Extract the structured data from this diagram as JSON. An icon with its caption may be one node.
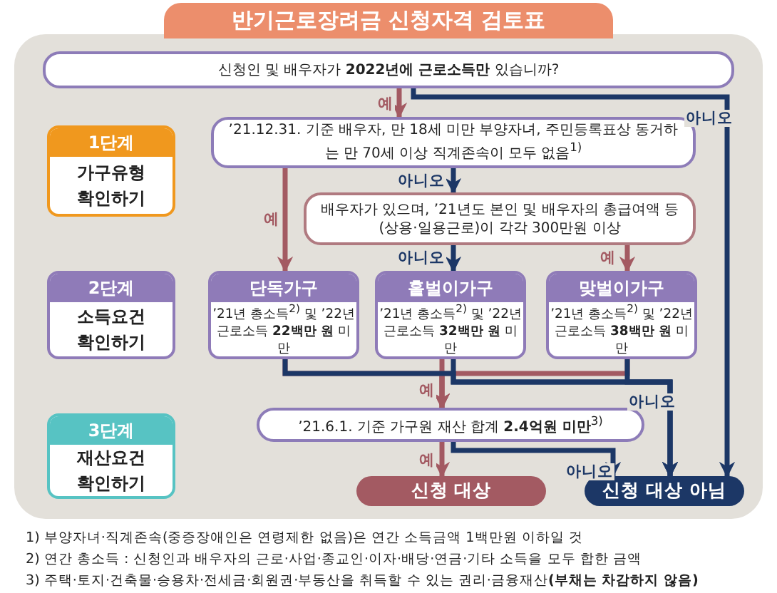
{
  "diagram": {
    "title": "반기근로장려금 신청자격 검토표",
    "nodes": [
      {
        "text": [
          "신청인 및 배우자가 **2022년에 근로소득만** 있습니까?"
        ]
      },
      {
        "text": [
          "’21.12.31. 기준 배우자, 만 18세 미만 부양자녀, 주민등록표상 동거하는 만 70세 이상 직계존속이 모두 없음$^{1)}$"
        ]
      },
      {
        "text": [
          "배우자가 있으며, ’21년도 본인 및 배우자의 총급여액 등(상용·일용근로)이 각각 300만원 이상"
        ]
      },
      {
        "text": [
          "단독가구",
          "’21년 총소득$^{2)}$ 및 ’22년 근로소득 **22백만 원** 미만"
        ]
      },
      {
        "text": [
          "홑벌이가구",
          "’21년 총소득$^{2)}$ 및 ’22년 근로소득 **32백만 원** 미만"
        ]
      },
      {
        "text": [
          "맞벌이가구",
          "’21년 총소득$^{2)}$ 및 ’22년 근로소득 **38백만 원** 미만"
        ]
      },
      {
        "text": [
          "’21.6.1. 기준 가구원 재산 합계 **2.4억원 미만**$^{3)}$"
        ]
      },
      {
        "text": [
          "신청 대상"
        ]
      },
      {
        "text": [
          "신청 대상 아님"
        ]
      },
      {
        "text": [
          "1단계",
          "가구유형 확인하기"
        ]
      },
      {
        "text": [
          "2단계",
          "소득요건 확인하기"
        ]
      },
      {
        "text": [
          "3단계",
          "재산요건 확인하기"
        ]
      }
    ],
    "edges": [
      {
        "from": 0,
        "to": 1,
        "arrow": "to",
        "label": "예",
        "color": "#a35a62"
      },
      {
        "from": 0,
        "to": 8,
        "arrow": "to",
        "label": "아니오",
        "color": "#1c3766"
      },
      {
        "from": 1,
        "to": 2,
        "arrow": "to",
        "label": "아니오",
        "color": "#1c3766"
      },
      {
        "from": 1,
        "to": 3,
        "arrow": "to",
        "label": "예",
        "color": "#a35a62"
      },
      {
        "from": 2,
        "to": 4,
        "arrow": "to",
        "label": "아니오",
        "color": "#1c3766"
      },
      {
        "from": 2,
        "to": 5,
        "arrow": "to",
        "label": "예",
        "color": "#a35a62"
      },
      {
        "from": 3,
        "to": 6,
        "arrow": "to",
        "color": "#a35a62"
      },
      {
        "from": 4,
        "to": 6,
        "arrow": "to",
        "label": "예",
        "color": "#a35a62"
      },
      {
        "from": 5,
        "to": 6,
        "arrow": "to",
        "color": "#a35a62"
      },
      {
        "from": 3,
        "to": 8,
        "arrow": "to",
        "color": "#1c3766"
      },
      {
        "from": 4,
        "to": 8,
        "arrow": "to",
        "label": "아니오",
        "color": "#1c3766"
      },
      {
        "from": 5,
        "to": 8,
        "arrow": "to",
        "color": "#1c3766"
      },
      {
        "from": 6,
        "to": 7,
        "arrow": "to",
        "label": "예",
        "color": "#a35a62"
      },
      {
        "from": 6,
        "to": 8,
        "arrow": "to",
        "label": "아니오",
        "color": "#1c3766"
      }
    ],
    "labels": [
      "1) 부양자녀·직계존속(중증장애인은 연령제한 없음)은 연간 소득금액 1백만원 이하일 것",
      "2) 연간 총소득 : 신청인과 배우자의 근로·사업·종교인·이자·배당·연금·기타 소득을 모두 합한 금액",
      "3) 주택·토지·건축물·승용차·전세금·회원권·부동산을 취득할 수 있는 권리·금융재산**(부채는 차감하지 않음)**"
    ]
  }
}
